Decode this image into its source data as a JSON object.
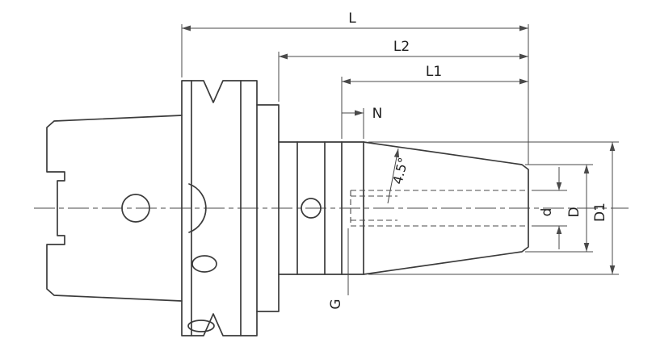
{
  "labels": {
    "length_total": "L",
    "length_l2": "L2",
    "length_l1": "L1",
    "length_n": "N",
    "taper_angle": "4.5°",
    "bore_diameter": "d",
    "nose_diameter": "D",
    "body_diameter": "D1",
    "thread": "G"
  },
  "colors": {
    "outline": "#3b3b3b",
    "dimension": "#4a4a4a",
    "background": "#ffffff"
  }
}
